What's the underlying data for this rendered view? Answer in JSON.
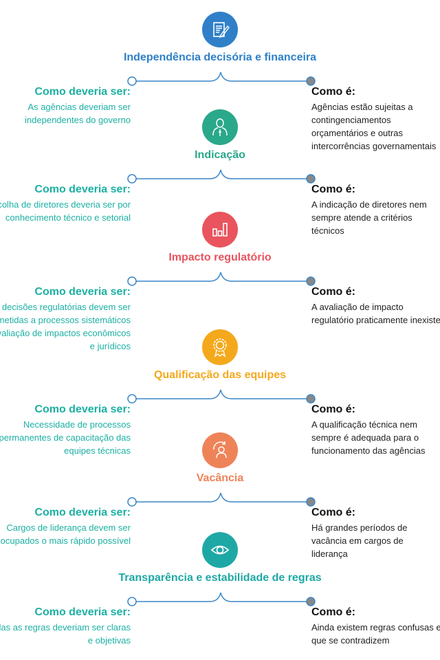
{
  "labels": {
    "should": "Como deveria ser:",
    "is": "Como é:"
  },
  "sections": [
    {
      "title": "Independência decisória e financeira",
      "color": "#2f80c8",
      "icon": "document-pen-icon",
      "should": "As agências deveriam ser independentes do governo",
      "is": "Agências estão sujeitas a contingenciamentos orçamentários e outras intercorrências governamentais"
    },
    {
      "title": "Indicação",
      "color": "#2aa88a",
      "icon": "person-pointing-icon",
      "should": "A escolha de diretores deveria ser por conhecimento técnico e setorial",
      "is": "A indicação de diretores nem sempre atende a critérios técnicos"
    },
    {
      "title": "Impacto regulatório",
      "color": "#e9545e",
      "icon": "bar-chart-icon",
      "should": "As decisões regulatórias devem ser submetidas a processos sistemáticos de avaliação de impactos econômicos e jurídicos",
      "is": "A avaliação de impacto regulatório praticamente inexiste"
    },
    {
      "title": "Qualificação das equipes",
      "color": "#f4a81c",
      "icon": "award-badge-icon",
      "should": "Necessidade de processos permanentes de capacitação das equipes técnicas",
      "is": "A qualificação técnica nem sempre é adequada para o funcionamento das agências"
    },
    {
      "title": "Vacância",
      "color": "#ef8358",
      "icon": "person-cycle-icon",
      "should": "Cargos de liderança devem ser ocupados o mais rápido possível",
      "is": "Há grandes períodos de vacância em cargos de liderança"
    },
    {
      "title": "Transparência e estabilidade de regras",
      "color": "#1ea8a5",
      "icon": "eye-icon",
      "should": "Todas as regras deveriam ser claras e objetivas",
      "is": "Ainda existem regras confusas e que se contradizem"
    }
  ]
}
